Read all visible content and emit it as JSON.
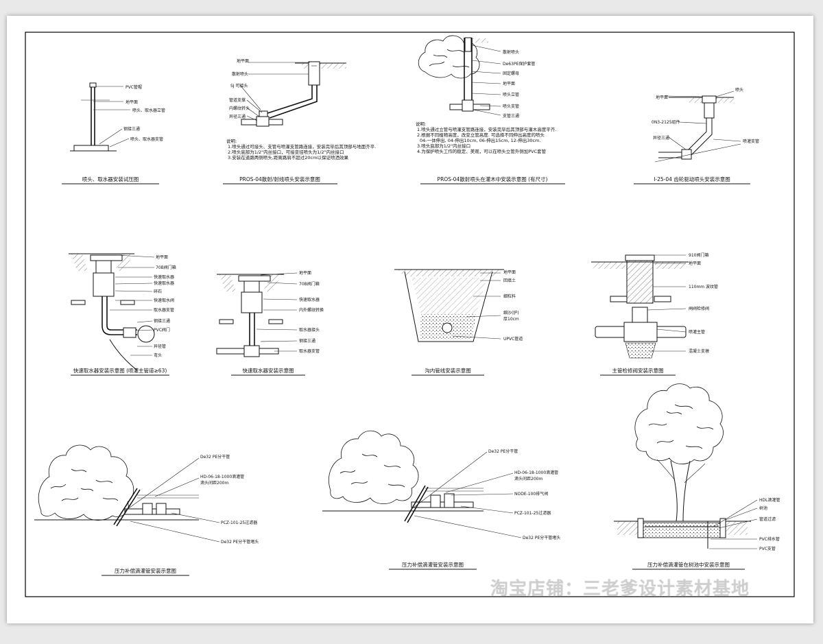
{
  "watermark": "淘宝店铺：三老爹设计素材基地",
  "details": [
    {
      "title": "喷头、取水器安装试压图",
      "labels": [
        "PVC管帽",
        "地平面",
        "喷头、取水器立管",
        "钢接三通",
        "喷头、取水器支管"
      ]
    },
    {
      "title": "PROS-04散射/射线喷头安装示意图",
      "labels": [
        "地平面",
        "散射喷头",
        "SJ 可接头",
        "管道支撑",
        "内螺纹转头",
        "异径三通"
      ],
      "notes": [
        "说明:",
        "1.喷头通过可接头、支管与喷灌支管路连接，安装完毕后其顶部与地面齐平.",
        "2.喷头底部为1/2\"内丝接口，可接变径喷头为1/2\"内丝接口",
        "3.安装在道路两侧喷头,距离路肩不超过20cm以保证喷洒效果"
      ]
    },
    {
      "title": "PROS-04散射喷头在灌木中安装示意图 (有尺寸)",
      "labels": [
        "散射喷头",
        "De63PE保护套管",
        "固定螺母",
        "地平面",
        "喷头立管",
        "喷头支管",
        "支管三通"
      ],
      "notes": [
        "说明:",
        "1.喷头通过立管与喷灌支管路连接，安装完毕后其顶部与灌木高度平齐.",
        "2.根据不同植物高度，改变立管高度. 可选择不同伸出高度的喷头",
        "04-一体伸出, 04-伸出10cm, 06-伸出15cm, 12-伸出30cm.",
        "3.喷头底部为1/2\"内丝接口",
        "4.为保护喷头工作的稳定、美观，可以在喷头立管外侧加PVC套管"
      ]
    },
    {
      "title": "I-25-04 齿轮驱动喷头安装示意图",
      "labels": [
        "地平面",
        "喷头",
        "0N3-2125组件",
        "异径三通",
        "喷灌支管"
      ]
    },
    {
      "title": "快速取水器安装示意图 (喷灌主管道≥63)",
      "labels": [
        "地平面",
        "70B阀门箱",
        "快速取水器",
        "快速取水器",
        "碎石",
        "快速取水阀",
        "取水器支管",
        "钢接三通",
        "PVC阀门",
        "异径管",
        "弯头"
      ]
    },
    {
      "title": "快速取水器安装示意图",
      "labels": [
        "地平面",
        "70B阀门箱",
        "快速取水器",
        "内外螺纹转换",
        "取水器接头",
        "钢接三通",
        "取水器支管"
      ]
    },
    {
      "title": "沟内管线安装示意图",
      "labels": [
        "地平面",
        "回填土",
        "细粒料",
        "细沙(护)",
        "厚10cm",
        "UPVC管道"
      ]
    },
    {
      "title": "主管检修阀安装示意图",
      "labels": [
        "910阀门箱",
        "地平面",
        "110mm 波纹管",
        "闸阀检修阀",
        "喷灌主管",
        "混凝土支墩"
      ]
    },
    {
      "title": "压力补偿滴灌管安装示意图",
      "labels": [
        "De32 PE分干管",
        "HD-06-18-1000滴灌管",
        "滴头间距200m",
        "PCZ-101-25过滤器",
        "De32 PE分干管堵头"
      ]
    },
    {
      "title": "压力补偿滴灌管安装示意图",
      "labels": [
        "De32 PE分干管",
        "HD-06-18-1000滴灌管",
        "滴头间距200m",
        "NODE-100排气阀",
        "PCZ-101-25过滤器",
        "De32 PE分干管堵头"
      ]
    },
    {
      "title": "压力补偿滴灌管在树池中安装示意图",
      "labels": [
        "HDL滴灌管",
        "树池",
        "管道过滤",
        "PVC排水管",
        "PVC支管"
      ]
    }
  ]
}
